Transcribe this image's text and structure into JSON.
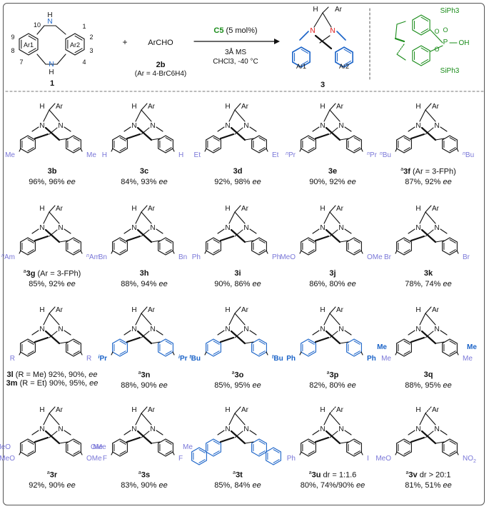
{
  "header": {
    "reactant1": {
      "label": "1",
      "positions": [
        "10",
        "1",
        "2",
        "9",
        "3",
        "8",
        "4",
        "7"
      ],
      "N": "N",
      "H": "H",
      "ar1": "Ar1",
      "ar2": "Ar2"
    },
    "plus": "+",
    "reactant2": {
      "formula": "ArCHO",
      "label": "2b",
      "note": "(Ar = 4-BrC6H4)"
    },
    "arrow_top": {
      "catalyst": "C5",
      "loading": "(5 mol%)"
    },
    "arrow_bottom": [
      "3Å MS",
      "CHCl3, -40 °C"
    ],
    "product": {
      "label": "3",
      "H": "H",
      "Ar": "Ar",
      "ar1": "Ar1",
      "ar2": "Ar2"
    },
    "catalyst_struct": {
      "top": "SiPh3",
      "bottom": "SiPh3",
      "P": "P",
      "OH": "OH",
      "O1": "O",
      "O2": "O",
      "O3": "O"
    }
  },
  "compounds": [
    {
      "id": "3b",
      "left_sub": "Me",
      "right_sub": "Me",
      "yield": "96%, 96%",
      "prefix": "",
      "note": ""
    },
    {
      "id": "3c",
      "left_sub": "H",
      "right_sub": "H",
      "yield": "84%, 93%",
      "prefix": "",
      "note": ""
    },
    {
      "id": "3d",
      "left_sub": "Et",
      "right_sub": "Et",
      "yield": "92%, 98%",
      "prefix": "",
      "note": ""
    },
    {
      "id": "3e",
      "left_sub": "nPr",
      "right_sub": "nPr",
      "yield": "90%, 92%",
      "prefix": "",
      "note": ""
    },
    {
      "id": "3f",
      "left_sub": "nBu",
      "right_sub": "nBu",
      "yield": "87%, 92%",
      "prefix": "a",
      "note": "(Ar = 3-FPh)"
    },
    {
      "id": "3g",
      "left_sub": "nAm",
      "right_sub": "nAm",
      "yield": "85%, 92%",
      "prefix": "a",
      "note": "(Ar = 3-FPh)"
    },
    {
      "id": "3h",
      "left_sub": "Bn",
      "right_sub": "Bn",
      "yield": "88%, 94%",
      "prefix": "",
      "note": ""
    },
    {
      "id": "3i",
      "left_sub": "Ph",
      "right_sub": "Ph",
      "yield": "90%, 86%",
      "prefix": "",
      "note": ""
    },
    {
      "id": "3j",
      "left_sub": "MeO",
      "right_sub": "OMe",
      "yield": "86%, 80%",
      "prefix": "",
      "note": ""
    },
    {
      "id": "3k",
      "left_sub": "Br",
      "right_sub": "Br",
      "yield": "78%, 74%",
      "prefix": "",
      "note": ""
    },
    {
      "id": "3l",
      "left_sub": "R",
      "right_sub": "R",
      "yield": "92%, 90%",
      "prefix": "",
      "note": "(R = Me)",
      "id2": "3m",
      "note2": "(R = Et)",
      "yield2": "90%, 95%"
    },
    {
      "id": "3n",
      "left_sub": "iPr",
      "right_sub": "iPr",
      "yield": "88%, 90%",
      "prefix": "a",
      "note": ""
    },
    {
      "id": "3o",
      "left_sub": "tBu",
      "right_sub": "tBu",
      "yield": "85%, 95%",
      "prefix": "a",
      "note": ""
    },
    {
      "id": "3p",
      "left_sub": "Ph",
      "right_sub": "Ph",
      "yield": "82%, 80%",
      "prefix": "a",
      "note": ""
    },
    {
      "id": "3q",
      "left_sub": "Me",
      "right_sub": "Me",
      "extra_left": "Me",
      "extra_right": "Me",
      "yield": "88%, 95%",
      "prefix": "",
      "note": ""
    },
    {
      "id": "3r",
      "left_sub": "MeO",
      "right_sub": "OMe",
      "extra_left": "MeO",
      "extra_right": "OMe",
      "yield": "92%, 90%",
      "prefix": "a",
      "note": ""
    },
    {
      "id": "3s",
      "left_sub": "F",
      "right_sub": "F",
      "extra_left": "Me",
      "extra_right": "Me",
      "yield": "83%, 90%",
      "prefix": "a",
      "note": ""
    },
    {
      "id": "3t",
      "left_sub": "",
      "right_sub": "",
      "yield": "85%, 84%",
      "prefix": "a",
      "note": ""
    },
    {
      "id": "3u",
      "left_sub": "Ph",
      "right_sub": "I",
      "yield": "80%, 74%/90%",
      "prefix": "a",
      "note": "dr = 1:1.6"
    },
    {
      "id": "3v",
      "left_sub": "MeO",
      "right_sub": "NO2",
      "yield": "81%, 51%",
      "prefix": "a",
      "note": "dr > 20:1"
    }
  ],
  "ee_label": "ee",
  "colors": {
    "blue": "#1a63c8",
    "substituent": "#7a77d8",
    "green": "#1a8c1a",
    "red": "#d11",
    "black": "#111"
  }
}
